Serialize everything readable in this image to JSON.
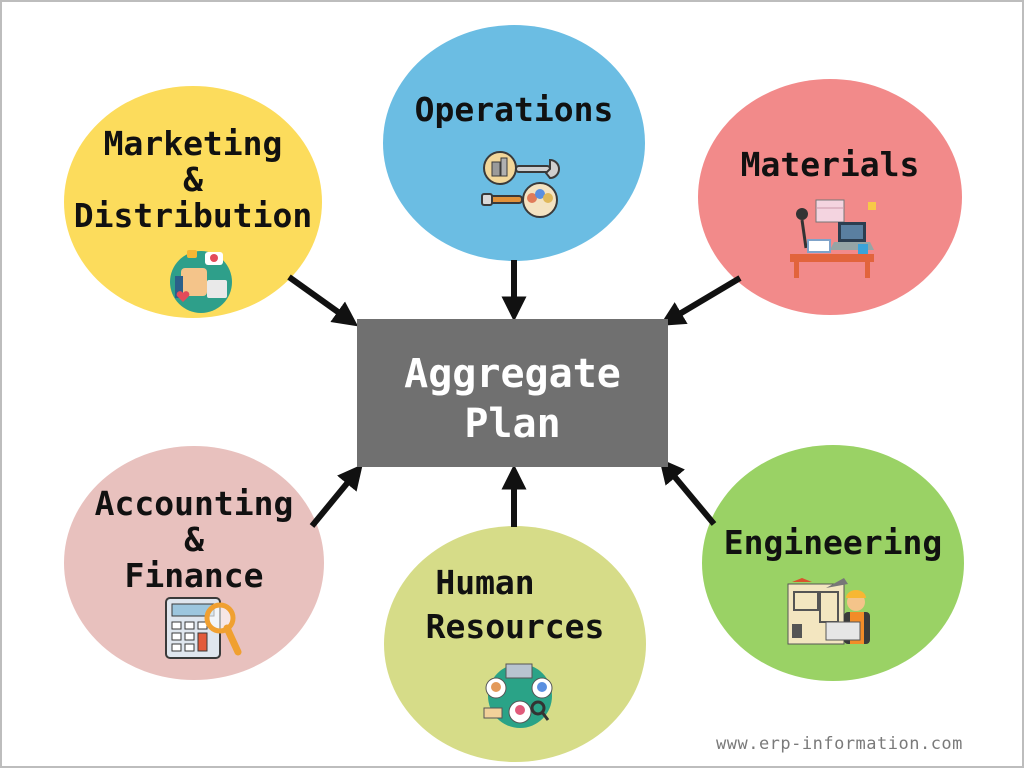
{
  "center": {
    "line1": "Aggregate",
    "line2": "Plan"
  },
  "nodes": {
    "marketing": {
      "line1": "Marketing",
      "line2": "&",
      "line3": "Distribution",
      "color": "#fcdc5c"
    },
    "operations": {
      "line1": "Operations",
      "color": "#6bbde3"
    },
    "materials": {
      "line1": "Materials",
      "color": "#f28a8a"
    },
    "accounting": {
      "line1": "Accounting",
      "line2": "&",
      "line3": "Finance",
      "color": "#e8c1be"
    },
    "human_resources": {
      "line1": "Human",
      "line2": "Resources",
      "color": "#d6dc88"
    },
    "engineering": {
      "line1": "Engineering",
      "color": "#9ad265"
    }
  },
  "icons": {
    "marketing": "social-media-thumbs-up-icon",
    "operations": "tools-and-team-icon",
    "materials": "desk-workstation-icon",
    "accounting": "calculator-magnifier-icon",
    "human_resources": "team-people-icon",
    "engineering": "engineer-blueprint-icon"
  },
  "colors": {
    "center_box": "#707070",
    "arrow": "#111111"
  },
  "watermark": "www.erp-information.com"
}
